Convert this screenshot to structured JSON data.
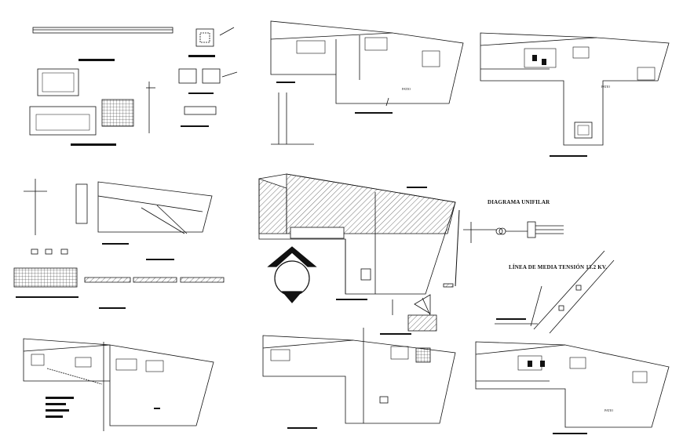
{
  "labels": {
    "diagrama": "DIAGRAMA UNIFILAR",
    "linea": "LÍNEA DE MEDIA TENSIÓN 13.2 KV.",
    "patio": "PATIO"
  },
  "colors": {
    "ink": "#111111",
    "paper": "#ffffff",
    "hatch": "#333333"
  }
}
